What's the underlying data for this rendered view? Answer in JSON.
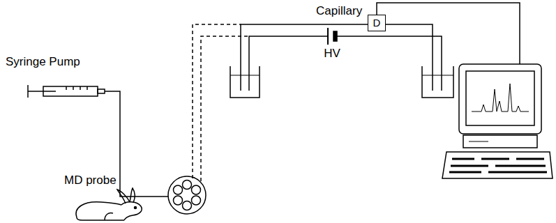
{
  "diagram": {
    "nodes": [
      {
        "text": [
          "D"
        ]
      }
    ],
    "labels": [
      "Syringe Pump",
      "MD probe",
      "Capillary",
      "HV"
    ]
  }
}
